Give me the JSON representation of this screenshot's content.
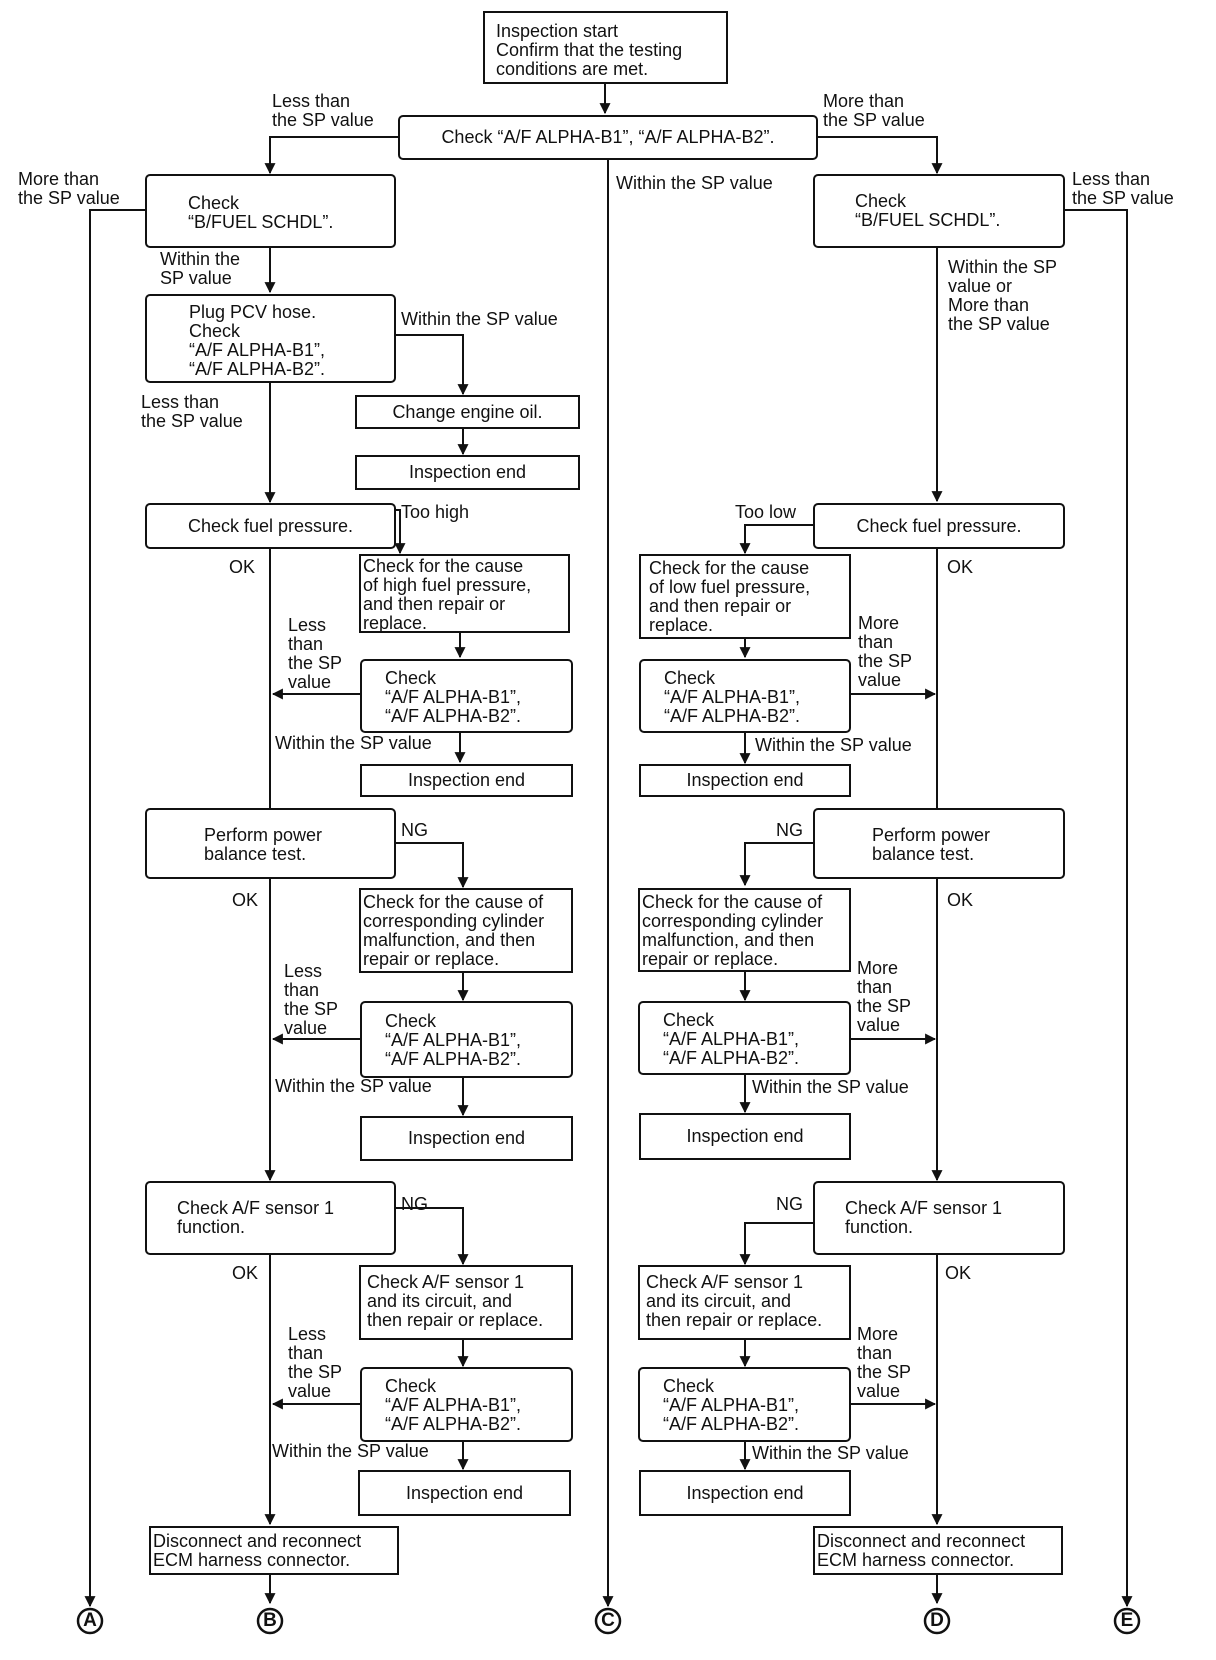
{
  "boxes": {
    "start": "Inspection start\nConfirm that the testing\nconditions are met.",
    "check_alpha_top": "Check “A/F ALPHA-B1”, “A/F ALPHA-B2”.",
    "check_fuel_schdl_left": "Check\n“B/FUEL SCHDL”.",
    "check_fuel_schdl_right": "Check\n“B/FUEL SCHDL”.",
    "plug_pcv": "Plug PCV hose.\nCheck\n“A/F ALPHA-B1”,\n“A/F ALPHA-B2”.",
    "change_oil": "Change engine oil.",
    "end_oil": "Inspection end",
    "fuel_pressure_left": "Check fuel pressure.",
    "fuel_pressure_right": "Check fuel pressure.",
    "cause_high": "Check for the cause\nof high fuel pressure,\nand then repair or\nreplace.",
    "cause_low": "Check for the cause\nof low fuel pressure,\nand then repair or\nreplace.",
    "alpha_l1": "Check\n“A/F ALPHA-B1”,\n“A/F ALPHA-B2”.",
    "alpha_r1": "Check\n“A/F ALPHA-B1”,\n“A/F ALPHA-B2”.",
    "end_l1": "Inspection end",
    "end_r1": "Inspection end",
    "power_left": "Perform power\nbalance test.",
    "power_right": "Perform power\nbalance test.",
    "cyl_left": "Check for the cause of\ncorresponding cylinder\nmalfunction, and then\nrepair or replace.",
    "cyl_right": "Check for the cause of\ncorresponding cylinder\nmalfunction, and then\nrepair or replace.",
    "alpha_l2": "Check\n“A/F ALPHA-B1”,\n“A/F ALPHA-B2”.",
    "alpha_r2": "Check\n“A/F ALPHA-B1”,\n“A/F ALPHA-B2”.",
    "end_l2": "Inspection end",
    "end_r2": "Inspection end",
    "sensor_left": "Check A/F sensor 1\nfunction.",
    "sensor_right": "Check A/F sensor 1\nfunction.",
    "circuit_left": "Check A/F sensor 1\nand its circuit, and\nthen repair or replace.",
    "circuit_right": "Check A/F sensor 1\nand its circuit, and\nthen repair or replace.",
    "alpha_l3": "Check\n“A/F ALPHA-B1”,\n“A/F ALPHA-B2”.",
    "alpha_r3": "Check\n“A/F ALPHA-B1”,\n“A/F ALPHA-B2”.",
    "end_l3": "Inspection end",
    "end_r3": "Inspection end",
    "ecm_left": "Disconnect and reconnect\nECM harness connector.",
    "ecm_right": "Disconnect and reconnect\nECM harness connector."
  },
  "labels": {
    "less_sp_top": "Less than\nthe SP value",
    "more_sp_top": "More than\nthe SP value",
    "more_sp_far_left": "More than\nthe SP value",
    "less_sp_far_right": "Less than\nthe SP value",
    "within_sp_center": "Within the SP value",
    "within_sp_schdl_left": "Within the\nSP value",
    "within_sp_or_more_right": "Within the SP\nvalue or\nMore than\nthe SP value",
    "within_sp_pcv": "Within the SP value",
    "less_sp_pcv": "Less than\nthe SP value",
    "too_high": "Too high",
    "too_low": "Too low",
    "ok_l1": "OK",
    "ok_r1": "OK",
    "less_sp_l1": "Less\nthan\nthe SP\nvalue",
    "more_sp_r1": "More\nthan\nthe SP\nvalue",
    "within_sp_l1": "Within the SP value",
    "within_sp_r1": "Within the SP value",
    "ng_l2": "NG",
    "ng_r2": "NG",
    "ok_l2": "OK",
    "ok_r2": "OK",
    "less_sp_l2": "Less\nthan\nthe SP\nvalue",
    "more_sp_r2": "More\nthan\nthe SP\nvalue",
    "within_sp_l2": "Within the SP value",
    "within_sp_r2": "Within the SP value",
    "ng_l3": "NG",
    "ng_r3": "NG",
    "ok_l3": "OK",
    "ok_r3": "OK",
    "less_sp_l3": "Less\nthan\nthe SP\nvalue",
    "more_sp_r3": "More\nthan\nthe SP\nvalue",
    "within_sp_l3": "Within the SP value",
    "within_sp_r3": "Within the SP value"
  },
  "connectors": {
    "a": "A",
    "b": "B",
    "c": "C",
    "d": "D",
    "e": "E"
  }
}
